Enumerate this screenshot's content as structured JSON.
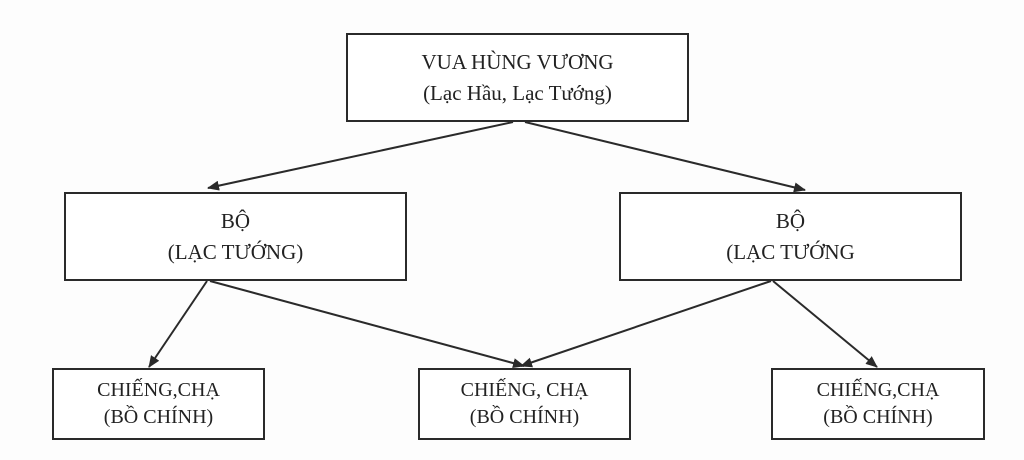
{
  "nodes": {
    "top": {
      "line1": "VUA HÙNG VƯƠNG",
      "line2": "(Lạc Hầu, Lạc Tướng)"
    },
    "left": {
      "line1": "BỘ",
      "line2": "(LẠC TƯỚNG)"
    },
    "right": {
      "line1": "BỘ",
      "line2": "(LẠC TƯỚNG"
    },
    "b1": {
      "line1": "CHIẾNG,CHẠ",
      "line2": "(BỒ CHÍNH)"
    },
    "b2": {
      "line1": "CHIẾNG, CHẠ",
      "line2": "(BỒ CHÍNH)"
    },
    "b3": {
      "line1": "CHIẾNG,CHẠ",
      "line2": "(BỒ CHÍNH)"
    }
  },
  "edges": [
    {
      "from": "top",
      "to": "left"
    },
    {
      "from": "top",
      "to": "right"
    },
    {
      "from": "left",
      "to": "b1"
    },
    {
      "from": "left",
      "to": "b2"
    },
    {
      "from": "right",
      "to": "b2"
    },
    {
      "from": "right",
      "to": "b3"
    }
  ],
  "colors": {
    "line": "#2a2a2a",
    "text": "#222222",
    "box_fill": "#ffffff"
  }
}
